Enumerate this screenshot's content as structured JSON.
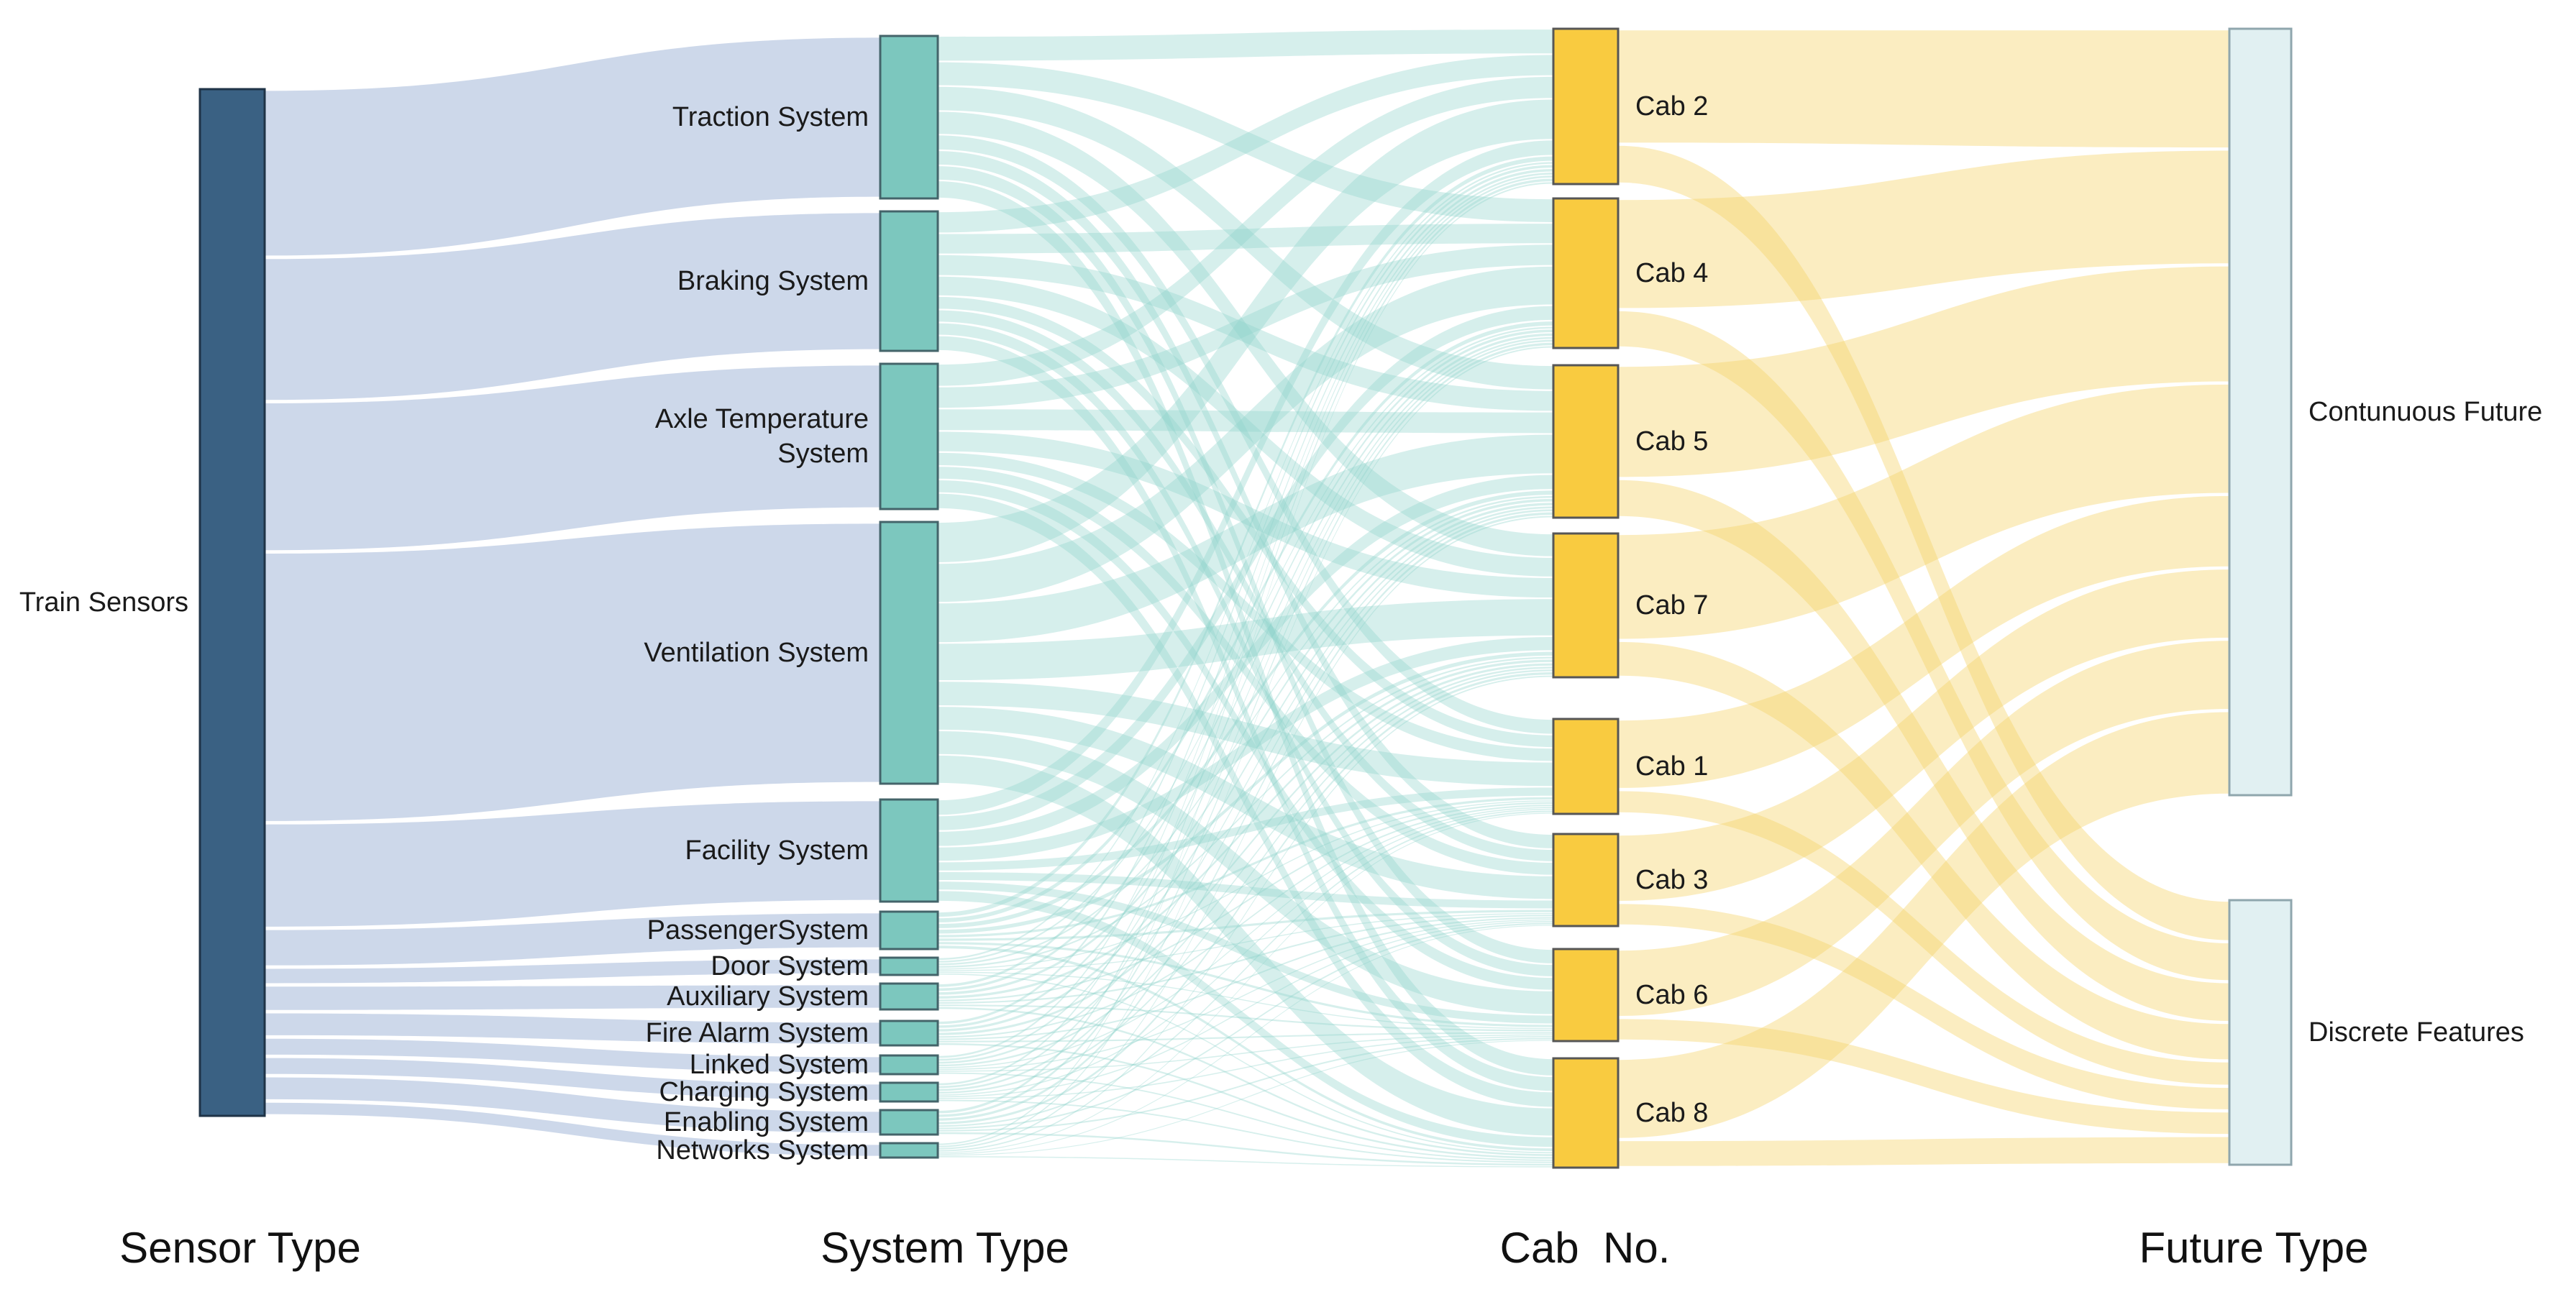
{
  "chart_data": {
    "type": "sankey",
    "column_titles": [
      "Sensor Type",
      "System Type",
      "Cab  No.",
      "Future Type"
    ],
    "columns": [
      {
        "name": "Sensor Type",
        "nodes": [
          {
            "label": "Train Sensors",
            "value": 714
          }
        ]
      },
      {
        "name": "System Type",
        "nodes": [
          {
            "label": "Traction System",
            "value": 113
          },
          {
            "label": "Braking System",
            "value": 97
          },
          {
            "label": "Axle Temperature\nSystem",
            "value": 101
          },
          {
            "label": "Ventilation System",
            "value": 182
          },
          {
            "label": "Facility System",
            "value": 71
          },
          {
            "label": "PassengerSystem",
            "value": 26
          },
          {
            "label": "Door System",
            "value": 12
          },
          {
            "label": "Auxiliary System",
            "value": 18
          },
          {
            "label": "Fire Alarm System",
            "value": 17
          },
          {
            "label": "Linked System",
            "value": 13
          },
          {
            "label": "Charging System",
            "value": 13
          },
          {
            "label": "Enabling System",
            "value": 17
          },
          {
            "label": "Networks System",
            "value": 10
          }
        ]
      },
      {
        "name": "Cab No.",
        "nodes": [
          {
            "label": "Cab 2",
            "value": 108
          },
          {
            "label": "Cab 4",
            "value": 104
          },
          {
            "label": "Cab 5",
            "value": 106
          },
          {
            "label": "Cab 7",
            "value": 100
          },
          {
            "label": "Cab 1",
            "value": 66
          },
          {
            "label": "Cab 3",
            "value": 64
          },
          {
            "label": "Cab 6",
            "value": 64
          },
          {
            "label": "Cab 8",
            "value": 76
          }
        ]
      },
      {
        "name": "Future Type",
        "nodes": [
          {
            "label": "Contunuous Future",
            "value": 533
          },
          {
            "label": "Discrete Features",
            "value": 184
          }
        ]
      }
    ],
    "flow_rule": "every node sends a ribbon to every node of the next column, sized proportionally to the product of the two node values",
    "colors": {
      "sensor_node": "#3a6183",
      "sensor_node_border": "#1f3347",
      "system_node": "#7cc7be",
      "system_node_border": "#44646a",
      "cab_node": "#f9cb40",
      "cab_node_border": "#565656",
      "future_node": "#e1f0f2",
      "future_node_border": "#8fa6ad",
      "sensor_flow": "#c9d5e8",
      "system_flow": "#8ed4cb",
      "cab_flow": "#f6d364",
      "background": "#ffffff"
    }
  }
}
